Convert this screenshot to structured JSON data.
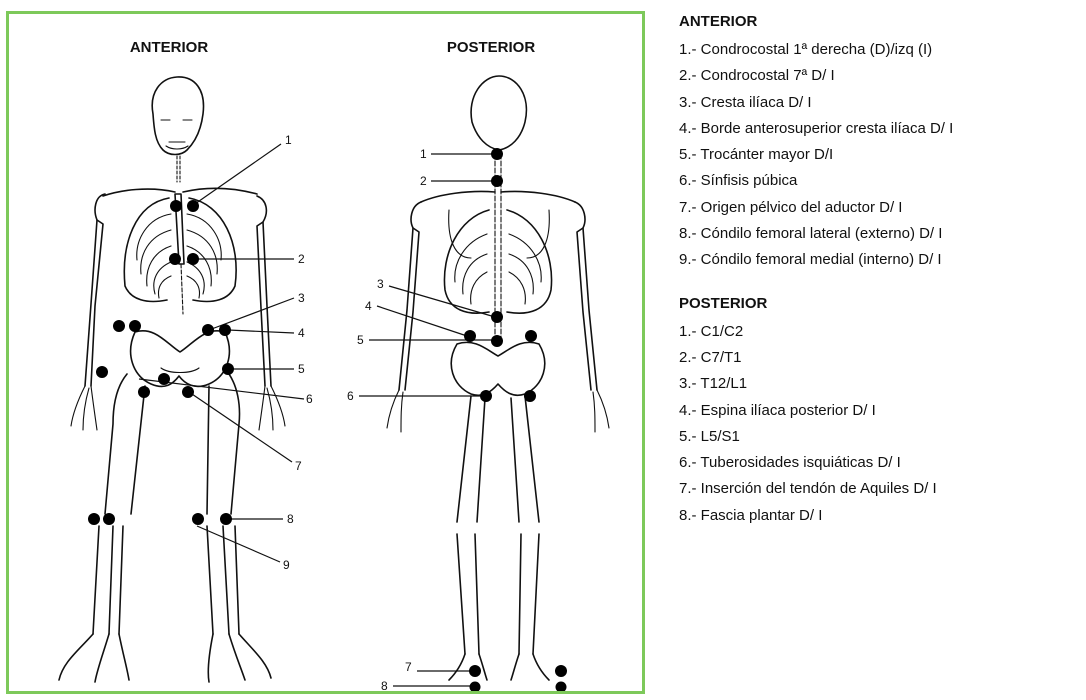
{
  "figure": {
    "anterior_title": "ANTERIOR",
    "posterior_title": "POSTERIOR",
    "anterior_numbers": [
      "1",
      "2",
      "3",
      "4",
      "5",
      "6",
      "7",
      "8",
      "9"
    ],
    "posterior_numbers": [
      "1",
      "2",
      "3",
      "4",
      "5",
      "6",
      "7",
      "8"
    ],
    "accent_color": "#7dc95a"
  },
  "legend": {
    "anterior": {
      "heading": "ANTERIOR",
      "items": [
        "1.- Condrocostal 1ª derecha (D)/izq (I)",
        "2.- Condrocostal 7ª D/ I",
        "3.- Cresta ilíaca D/ I",
        "4.- Borde anterosuperior cresta ilíaca D/ I",
        "5.- Trocánter mayor D/I",
        "6.- Sínfisis púbica",
        "7.- Origen pélvico del aductor D/ I",
        "8.- Cóndilo femoral lateral (externo) D/ I",
        "9.- Cóndilo femoral medial (interno) D/ I"
      ]
    },
    "posterior": {
      "heading": "POSTERIOR",
      "items": [
        "1.- C1/C2",
        "2.- C7/T1",
        "3.- T12/L1",
        "4.- Espina ilíaca posterior D/ I",
        "5.- L5/S1",
        "6.- Tuberosidades isquiáticas D/ I",
        "7.- Inserción del tendón de Aquiles D/ I",
        "8.- Fascia plantar D/ I"
      ]
    }
  }
}
